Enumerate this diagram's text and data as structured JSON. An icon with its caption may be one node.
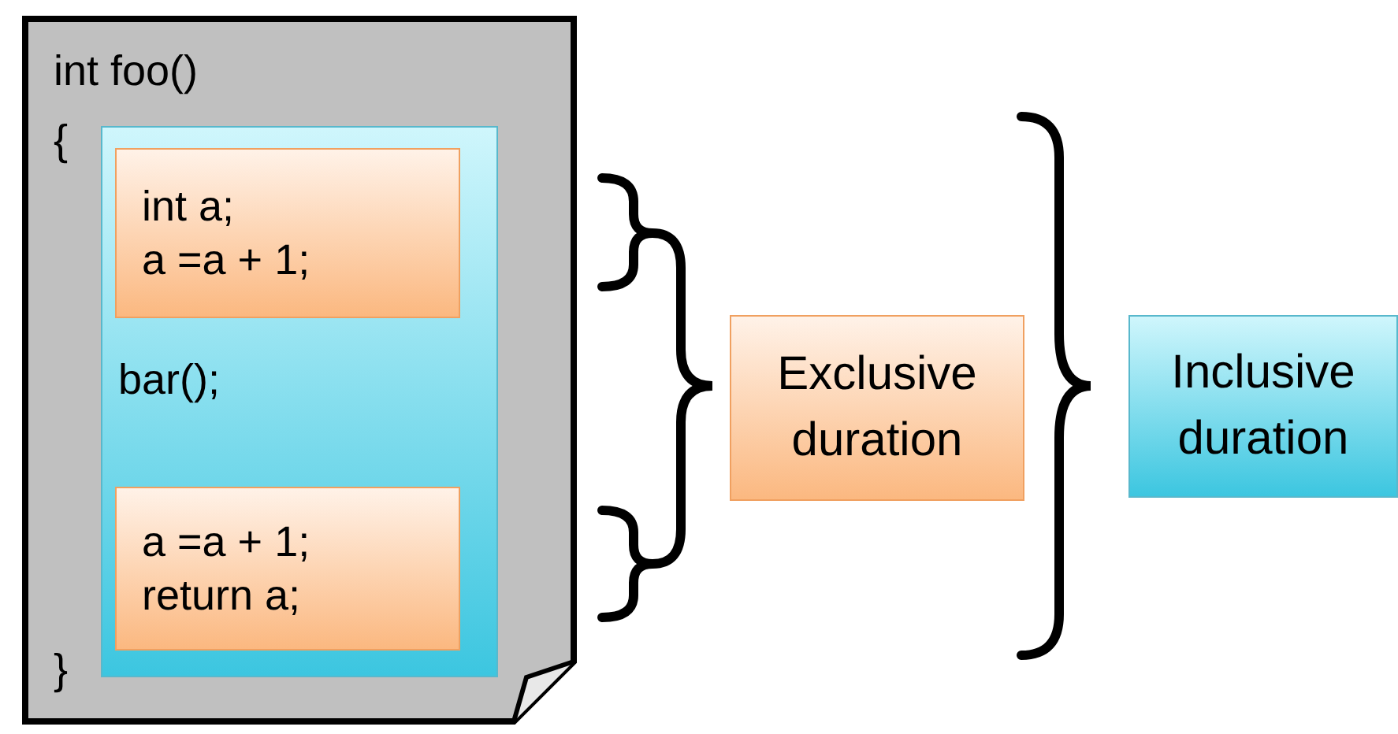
{
  "diagram": {
    "nodes": [
      {
        "text": [
          "int foo()",
          "{",
          "}"
        ]
      },
      {
        "text": [
          "bar();"
        ],
        "in": 0
      },
      {
        "text": [
          "int a;",
          "a =a + 1;"
        ],
        "in": 1
      },
      {
        "text": [
          "a =a + 1;",
          "return a;"
        ],
        "in": 1
      },
      {
        "text": [
          "Exclusive duration"
        ]
      },
      {
        "text": [
          "Inclusive duration"
        ]
      }
    ]
  }
}
